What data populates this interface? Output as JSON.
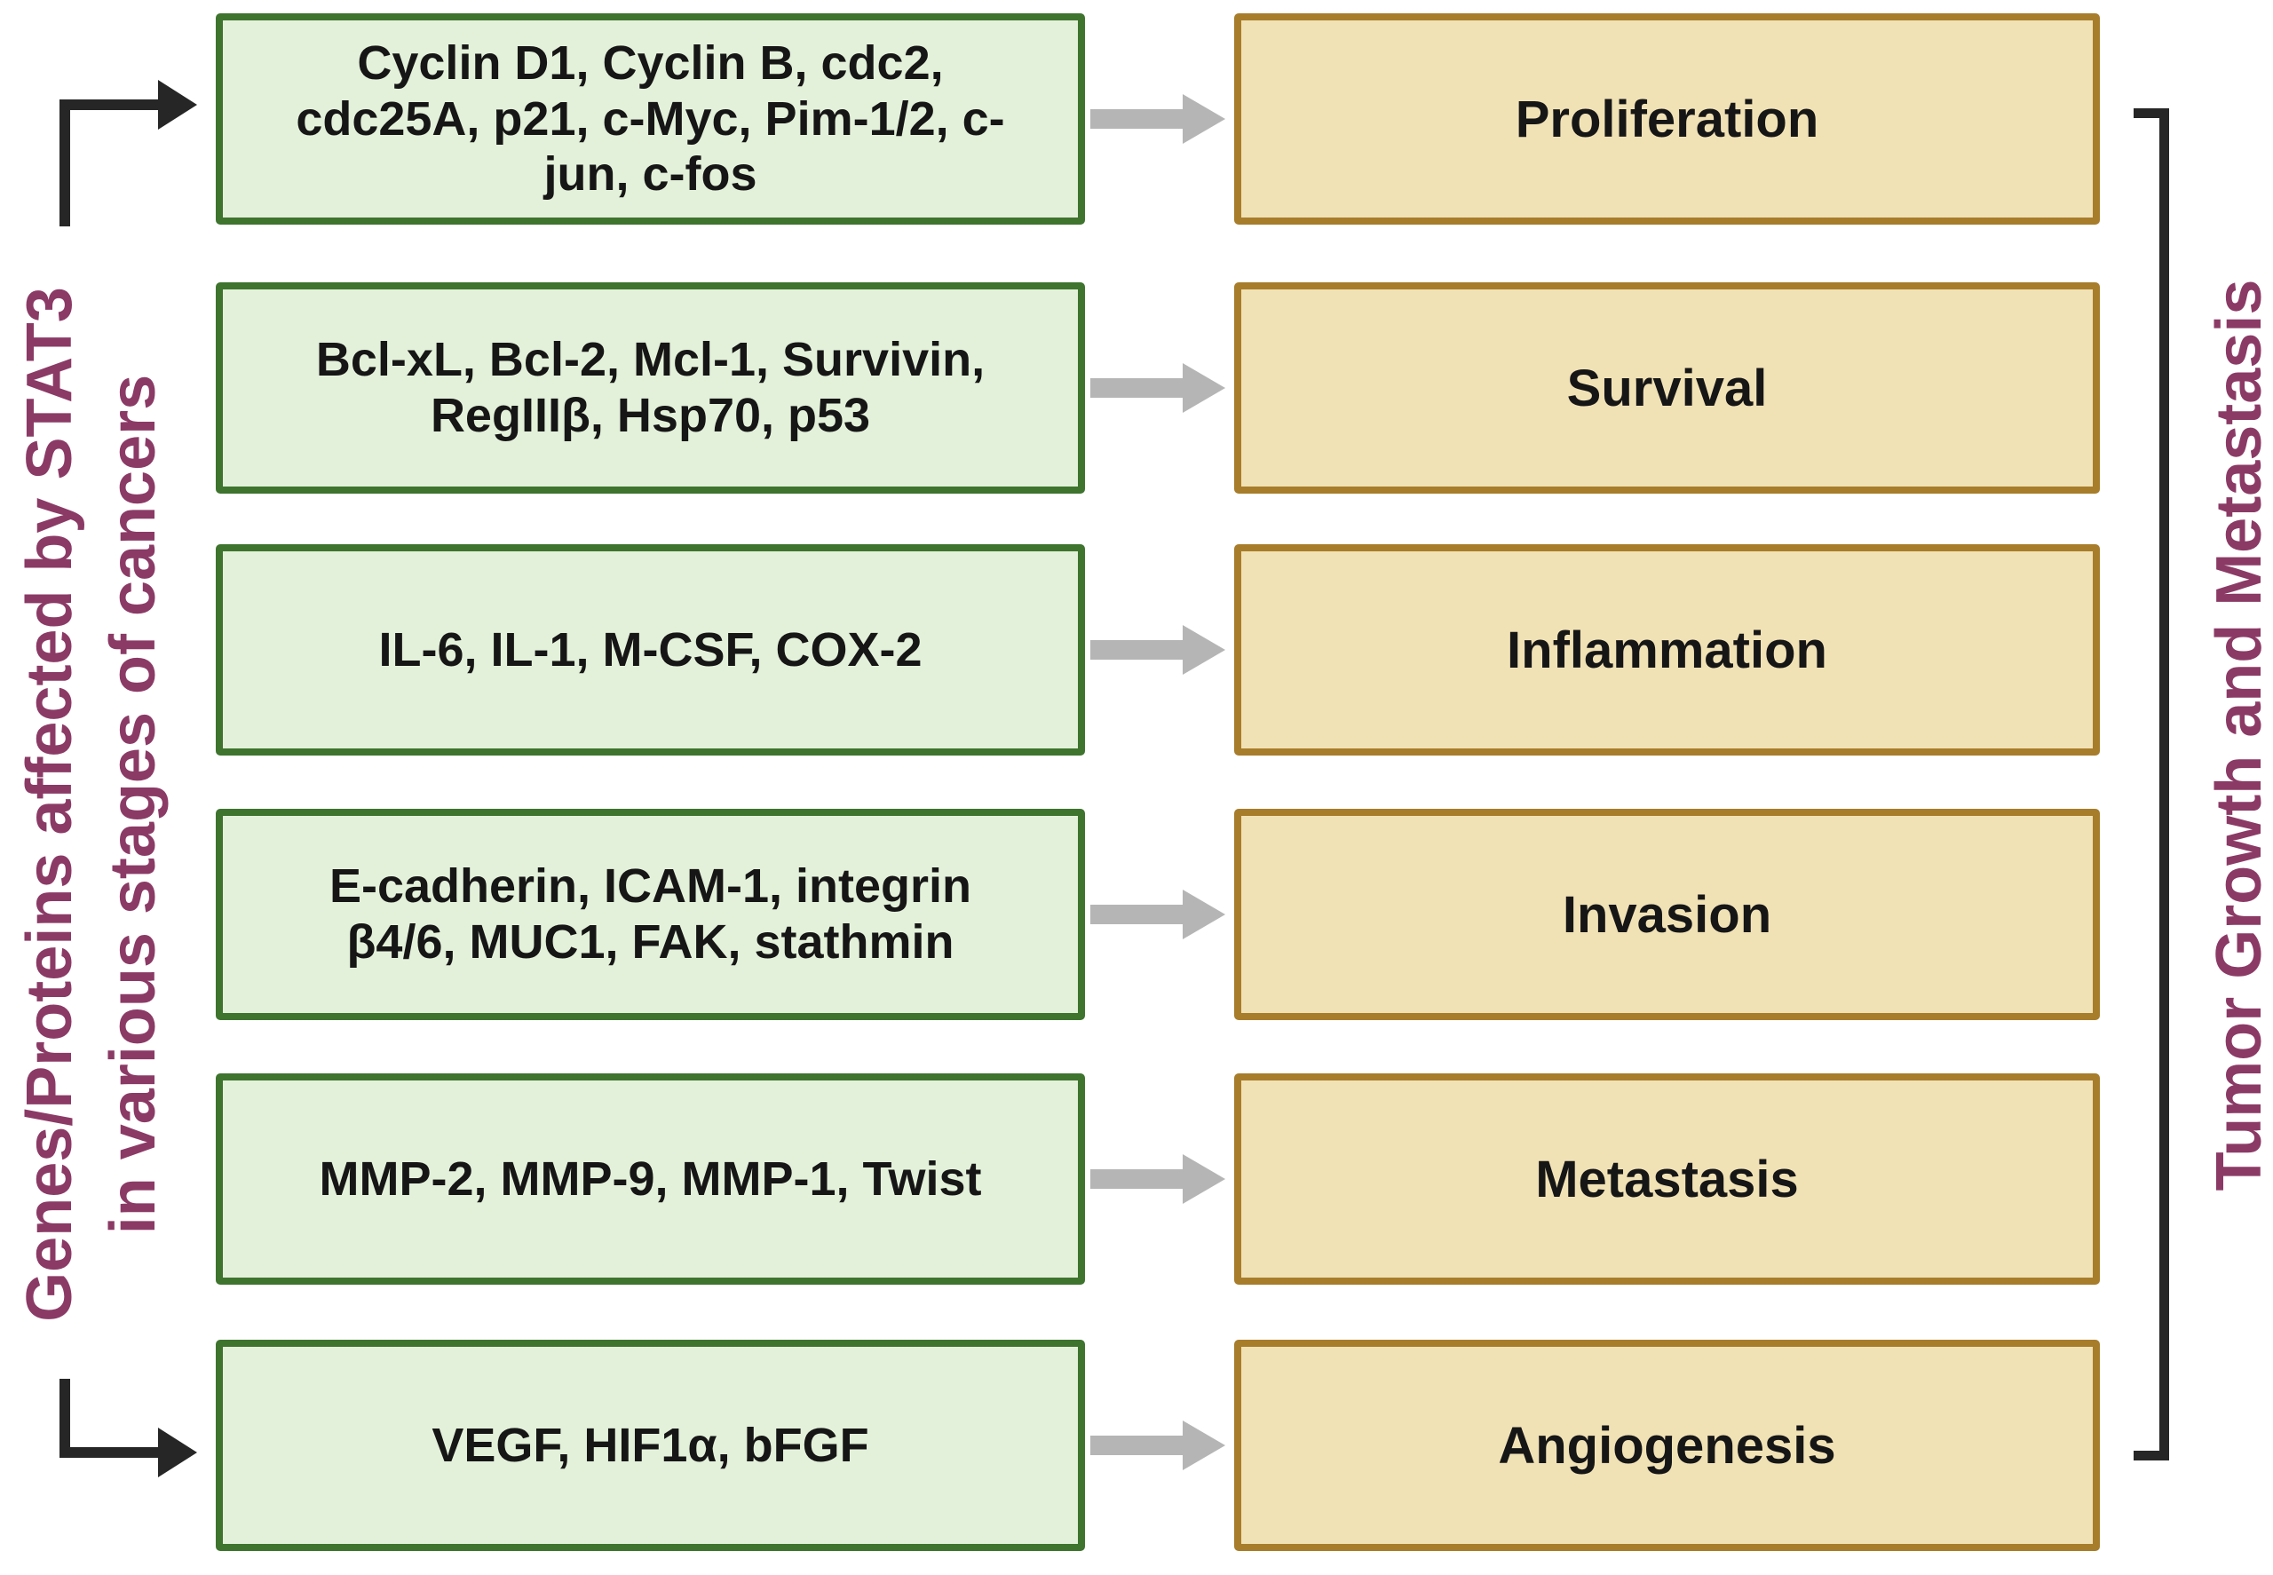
{
  "left_label": {
    "line1": "Genes/Proteins affected by STAT3",
    "line2": "in various stages of  cancers"
  },
  "right_label": {
    "text": "Tumor Growth and Metastasis"
  },
  "rows": [
    {
      "genes": "Cyclin D1, Cyclin B, cdc2,\ncdc25A, p21, c-Myc, Pim-1/2, c-\njun, c-fos",
      "process": "Proliferation"
    },
    {
      "genes": "Bcl-xL, Bcl-2, Mcl-1, Survivin,\nRegIIIβ, Hsp70, p53",
      "process": "Survival"
    },
    {
      "genes": "IL-6, IL-1, M-CSF, COX-2",
      "process": "Inflammation"
    },
    {
      "genes": "E-cadherin, ICAM-1, integrin\nβ4/6, MUC1, FAK, stathmin",
      "process": "Invasion"
    },
    {
      "genes": "MMP-2, MMP-9, MMP-1, Twist",
      "process": "Metastasis"
    },
    {
      "genes": "VEGF, HIF1α, bFGF",
      "process": "Angiogenesis"
    }
  ],
  "colors": {
    "green-fill": "#e4f1da",
    "green-border": "#3e742e",
    "tan-fill": "#f1e2b6",
    "tan-border": "#a77d2b",
    "arrow-gray": "#b5b5b5",
    "line-black": "#262626",
    "purple": "#8b3a66",
    "text-black": "#161616",
    "bg": "#ffffff"
  }
}
